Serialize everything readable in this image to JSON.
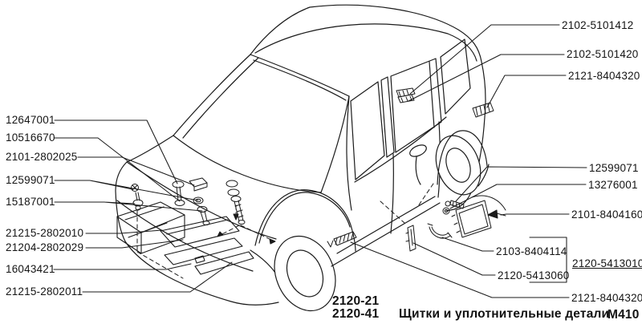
{
  "colors": {
    "background": "#ffffff",
    "ink": "#1b1b1b"
  },
  "diagram": {
    "kind": "exploded-parts-line-drawing",
    "labels_left": [
      {
        "part": "12647001"
      },
      {
        "part": "10516670"
      },
      {
        "part": "2101-2802025"
      },
      {
        "part": "12599071"
      },
      {
        "part": "15187001"
      },
      {
        "part": "21215-2802010"
      },
      {
        "part": "21204-2802029"
      },
      {
        "part": "16043421"
      },
      {
        "part": "21215-2802011"
      }
    ],
    "labels_right": [
      {
        "part": "2102-5101412"
      },
      {
        "part": "2102-5101420"
      },
      {
        "part": "2121-8404320"
      },
      {
        "part": "12599071"
      },
      {
        "part": "13276001"
      },
      {
        "part": "2101-8404160"
      },
      {
        "part": "2103-8404114"
      },
      {
        "part": "2120-5413060"
      },
      {
        "part": "2121-8404320"
      }
    ],
    "group_label": {
      "part": "2120-5413010"
    },
    "caption": {
      "models": [
        "2120-21",
        "2120-41"
      ],
      "title": "Щитки и уплотнительные детали",
      "sheet": "М410"
    }
  }
}
